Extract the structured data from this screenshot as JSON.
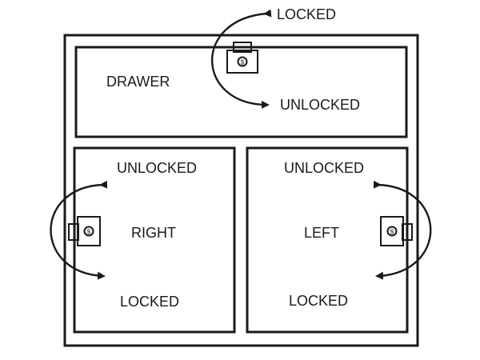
{
  "drawer": {
    "name": "DRAWER",
    "state_top": "LOCKED",
    "state_bottom": "UNLOCKED"
  },
  "right_door": {
    "name": "RIGHT",
    "state_top": "UNLOCKED",
    "state_bottom": "LOCKED"
  },
  "left_door": {
    "name": "LEFT",
    "state_top": "UNLOCKED",
    "state_bottom": "LOCKED"
  },
  "colors": {
    "line": "#1a1a1a",
    "background": "#ffffff"
  },
  "icons": [
    "lock-icon",
    "curved-arrow-icon"
  ]
}
